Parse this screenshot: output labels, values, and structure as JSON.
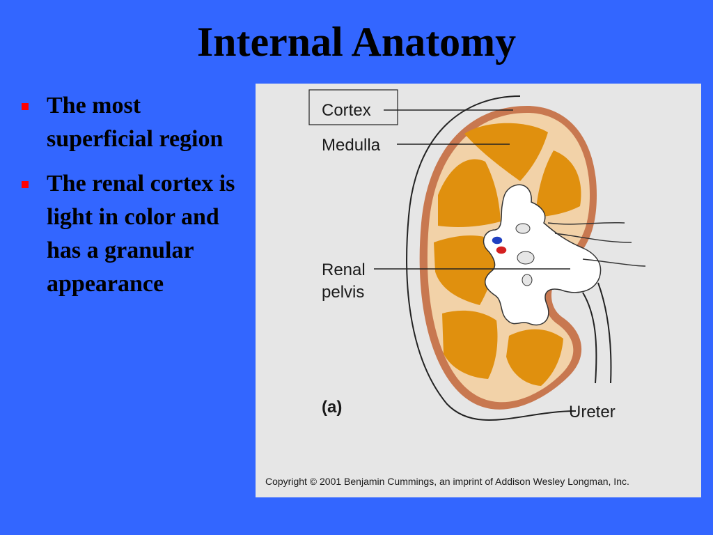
{
  "slide": {
    "title": "Internal Anatomy",
    "bullets": [
      "The most superficial region",
      "The renal cortex is light in color and has a granular appearance"
    ],
    "bullet_color": "#ff0000",
    "background_color": "#3366ff"
  },
  "figure": {
    "labels": {
      "cortex": "Cortex",
      "medulla": "Medulla",
      "renal_line1": "Renal",
      "renal_line2": "pelvis",
      "ureter": "Ureter",
      "panel": "(a)"
    },
    "copyright": "Copyright © 2001 Benjamin Cummings, an imprint of Addison Wesley Longman, Inc.",
    "colors": {
      "capsule": "#c87850",
      "cortex": "#f2d2a8",
      "medulla": "#e0900e",
      "pelvis": "#ffffff",
      "artery": "#d42020",
      "vein": "#2040c0"
    }
  }
}
